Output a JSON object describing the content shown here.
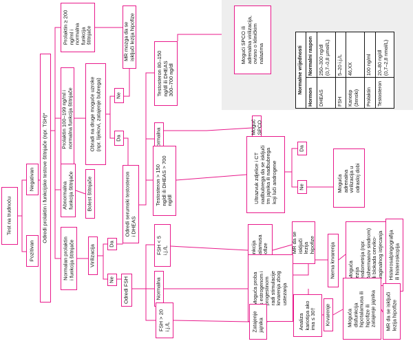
{
  "nodes": {
    "test_na_trudnocu": "Test na trudnoću",
    "negativan": "Negativan",
    "pozitivan": "Pozitivan",
    "odredi_prolaktin": "Odredi prolaktin i funkcijske testove štitnjače (npr. TSH)*",
    "prolaktin_200": "Prolaktin ≥ 200\nng/ml i\nnormalna\nfunkcija\nštitnjače",
    "mr_prolaktin": "MR mozga da se\nisključi lezija hipofize",
    "prolaktin_100_199": "Prolaktin 100–199 ng/ml i\nnormalna funkcija štitnjače",
    "obradi_uzroke": "Obradi na druge moguće uzroke\n(npr. lijekovi, zatajenje bubrega)",
    "ne_obrada": "Ne",
    "da_obrada": "Da",
    "abnormalna_stitnjaca": "Abnormalna\nfunkcija štitnjače",
    "bolest_stitnjace": "Bolest štitnjače",
    "normalan_prolaktin": "Normalan prolaktin\ni funkcija štitnjače",
    "virilizacija": "Virilizacija",
    "da_virilizacija": "Da",
    "ne_virilizacija": "Ne",
    "odredi_testosteron": "Odredi serumski testosteron\ni DHEAS",
    "testosteron_80_150": "Testosteron 80–150\nng/dl ili DHEAS\n300–700 ng/dl",
    "moguc_spco": "Mogući SPCO ili\nadrenalna virilizacija,\novisno o kliničkim\nnalazima",
    "normalna": "Normalna",
    "moguc_spco2": "Moguć\nSPCO",
    "testosteron_150": "Testosteron > 150\nng/dl ili DHEAS > 700\nng/dl",
    "ultrazvuk": "Ultrazvuk zdjelice i CT\nnadbubrega da se isključi\ntm jajnika ili nadbubrega\nkoji luči androgene",
    "da_tumor": "Da",
    "ne_tumor": "Ne",
    "moguca_adrenalna": "Moguća\nadrenalna\nvirilizacija u\nodrasloj dobi",
    "odredi_fsh": "Odredi FSH",
    "fsh_5": "FSH < 5\ni.j./L",
    "disfunkcija_hipotalamus": "Disfunkcija\nhipotalamusa\nili hipofize",
    "mr_fsh5": "MR da se\nisključi\nlezija\nhipofize",
    "normalna_fsh": "Normalna",
    "moguca_proba": "Moguća proba\ns estrogenom i\nprogestinom\nradi stimulacije\nkrvarenja zbog\nustezanja",
    "nema_krvarenja": "Nema krvarenja",
    "krvarenje": "Krvarenje",
    "moguca_lezija": "Moguća\nlezija\nendometrija (npr.\nAshermanov sindrom)\nili blokada cerviko-\nvaginalnog istjecanja",
    "histerosalpingografija": "Histerosalpingografija\nili histeroskopija",
    "moguca_disfunkcija": "Moguća\ndisfunkcija\nhipotalamusa ili\nhipofize ili\nzatajenje jajnika",
    "mr_krvarenje": "MR da se isključi\nlezija hipofize",
    "fsh_20": "FSH > 20\ni.j./L",
    "zatajenje_jajnika": "Zatajenje\njajnika",
    "analiza_kariotipa": "Analiza\nkariotipa ako\nima ≤ 30†"
  },
  "reference": {
    "caption": "Normalne vrijednosti",
    "header_hormon": "Hormon",
    "header_raspon": "Normalni raspon",
    "rows": [
      {
        "hormon": "DHEAS",
        "raspon": "250–300 ng/dl\n(0,7–0,8 µmol/L)"
      },
      {
        "hormon": "FSH",
        "raspon": "5–20 i.j./L"
      },
      {
        "hormon": "Kariotip\n(ženski)",
        "raspon": "46,XX"
      },
      {
        "hormon": "Prolaktin",
        "raspon": "100 ng/ml"
      },
      {
        "hormon": "Testosteron",
        "raspon": "20–80 ng/dl\n(0,7–2,8 nmol/L)"
      }
    ]
  },
  "colors": {
    "line": "#e8178a",
    "text": "#111111",
    "legend_bg": "#eeeeee"
  }
}
